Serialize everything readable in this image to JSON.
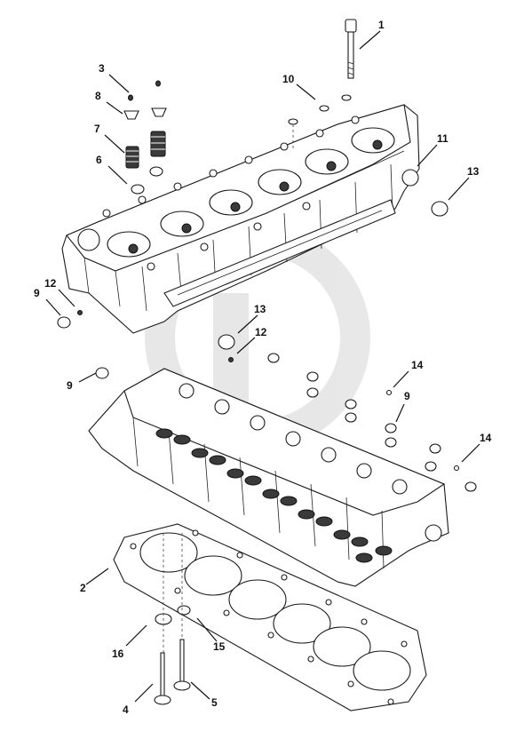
{
  "callouts": [
    {
      "id": "1",
      "part": "bolt"
    },
    {
      "id": "2",
      "part": "gasket"
    },
    {
      "id": "3",
      "part": "collet"
    },
    {
      "id": "4",
      "part": "valve"
    },
    {
      "id": "5",
      "part": "valve"
    },
    {
      "id": "6",
      "part": "spring-seat"
    },
    {
      "id": "7",
      "part": "spring"
    },
    {
      "id": "8",
      "part": "retainer"
    },
    {
      "id": "9",
      "part": "seal"
    },
    {
      "id": "10",
      "part": "washer"
    },
    {
      "id": "11",
      "part": "cylinder-head"
    },
    {
      "id": "12",
      "part": "dowel"
    },
    {
      "id": "13",
      "part": "o-ring"
    },
    {
      "id": "14",
      "part": "plug"
    },
    {
      "id": "15",
      "part": "valve-seal"
    },
    {
      "id": "16",
      "part": "seat-insert"
    }
  ],
  "labels": {
    "c1": "1",
    "c2": "2",
    "c3": "3",
    "c4": "4",
    "c5": "5",
    "c6": "6",
    "c7": "7",
    "c8": "8",
    "c9a": "9",
    "c9b": "9",
    "c9c": "9",
    "c10": "10",
    "c11": "11",
    "c12a": "12",
    "c12b": "12",
    "c13a": "13",
    "c13b": "13",
    "c14a": "14",
    "c14b": "14",
    "c15": "15",
    "c16": "16"
  },
  "colors": {
    "line": "#111111",
    "watermark": "#c8c8c8"
  }
}
